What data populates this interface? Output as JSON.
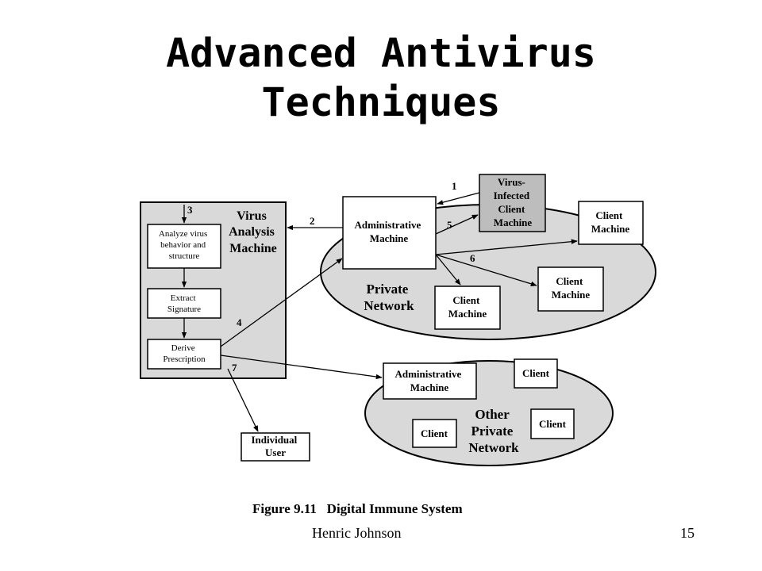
{
  "slide": {
    "title_line1": "Advanced Antivirus",
    "title_line2": "Techniques",
    "caption_figure": "Figure 9.11",
    "caption_text": "Digital Immune System",
    "footer_author": "Henric Johnson",
    "footer_page": "15"
  },
  "diagram": {
    "vam_title": [
      "Virus",
      "Analysis",
      "Machine"
    ],
    "analyze_box": [
      "Analyze virus",
      "behavior and",
      "structure"
    ],
    "extract_box": [
      "Extract",
      "Signature"
    ],
    "derive_box": [
      "Derive",
      "Prescription"
    ],
    "individual_user": [
      "Individual",
      "User"
    ],
    "admin_machine": [
      "Administrative",
      "Machine"
    ],
    "virus_infected": [
      "Virus-",
      "Infected",
      "Client",
      "Machine"
    ],
    "client_machine": [
      "Client",
      "Machine"
    ],
    "private_network": [
      "Private",
      "Network"
    ],
    "other_admin": [
      "Administrative",
      "Machine"
    ],
    "client": "Client",
    "other_network": [
      "Other",
      "Private",
      "Network"
    ],
    "step_labels": [
      "1",
      "2",
      "3",
      "4",
      "5",
      "6",
      "7"
    ]
  }
}
